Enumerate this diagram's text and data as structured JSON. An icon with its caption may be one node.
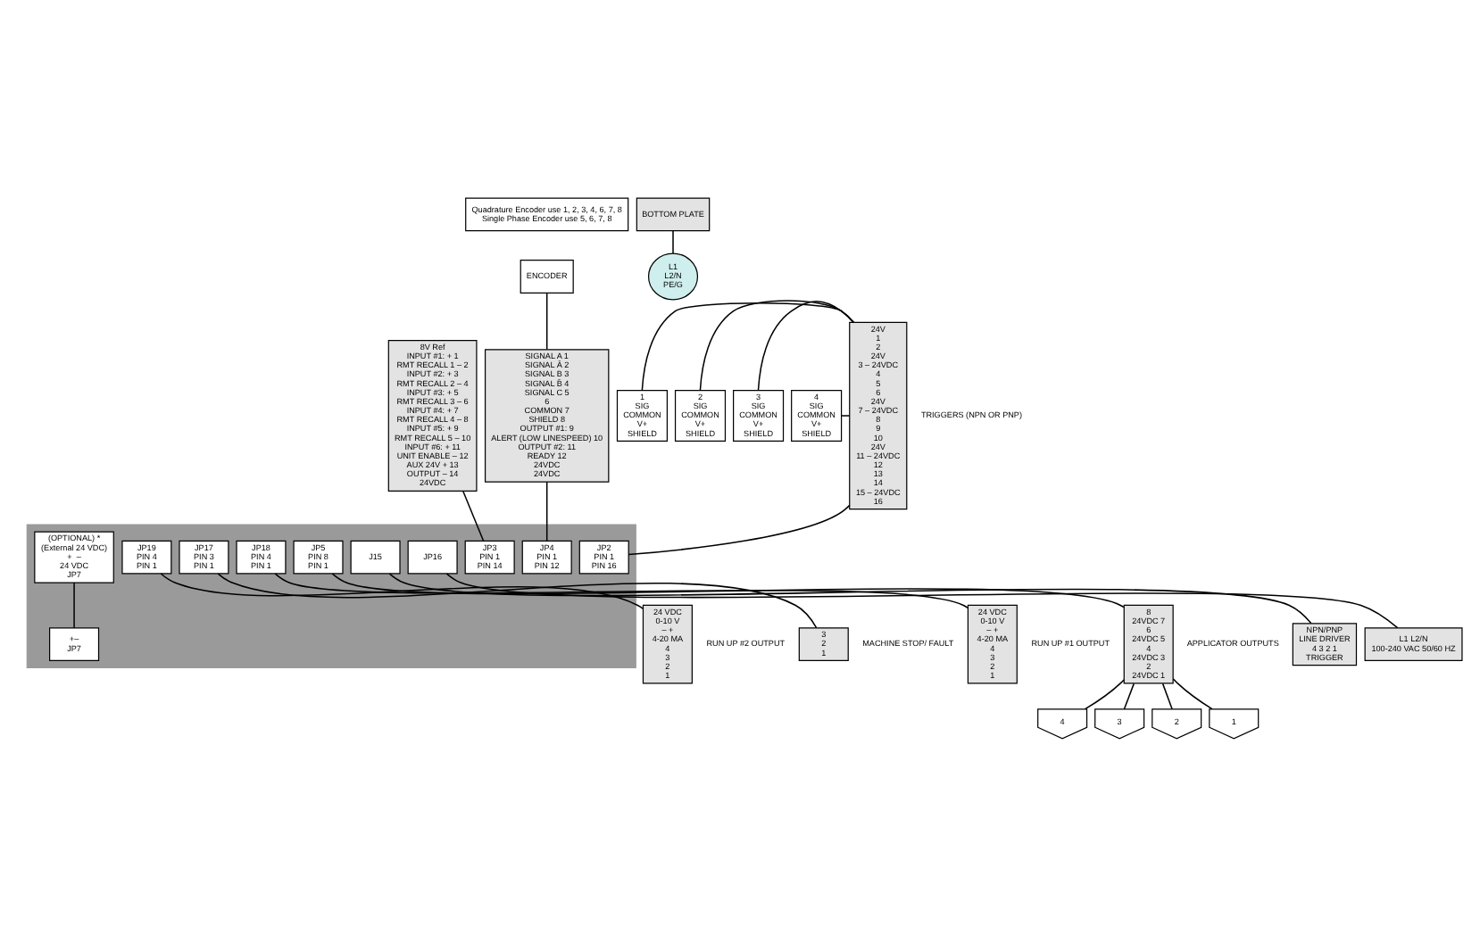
{
  "diagram": {
    "nodes": [
      {
        "text": [],
        "shape": "box"
      },
      {
        "text": [
          "JP4",
          "PIN 1",
          "PIN 12"
        ],
        "in": 0
      },
      {
        "text": [
          "JP3",
          "PIN 1",
          "PIN 14"
        ],
        "in": 0
      },
      {
        "text": [
          "JP2",
          "PIN 1",
          "PIN 16"
        ],
        "in": 0
      },
      {
        "text": [
          "(OPTIONAL) *",
          "(External 24 VDC)",
          "+  –",
          "24 VDC",
          "JP7"
        ],
        "in": 0
      },
      {
        "text": [
          "+–",
          "JP7"
        ],
        "in": 0
      },
      {
        "text": [
          "JP19",
          "PIN 4",
          "PIN 1"
        ],
        "in": 0
      },
      {
        "text": [
          "JP17",
          "PIN 3",
          "PIN 1"
        ],
        "in": 0
      },
      {
        "text": [
          "JP18",
          "PIN 4",
          "PIN 1"
        ],
        "in": 0
      },
      {
        "text": [
          "JP5",
          "PIN 8",
          "PIN 1"
        ],
        "in": 0
      },
      {
        "text": [
          "J15"
        ],
        "in": 0
      },
      {
        "text": [
          "JP16"
        ],
        "in": 0
      },
      {
        "text": [
          "8V Ref",
          "INPUT #1: + 1",
          "RMT RECALL 1 – 2",
          "INPUT #2: + 3",
          "RMT RECALL 2 – 4",
          "INPUT #3: + 5",
          "RMT RECALL 3 – 6",
          "INPUT #4: + 7",
          "RMT RECALL 4 – 8",
          "INPUT #5: + 9",
          "RMT RECALL 5 – 10",
          "INPUT #6: + 11",
          "UNIT ENABLE – 12",
          "AUX 24V + 13",
          "OUTPUT – 14",
          "24VDC"
        ]
      },
      {
        "text": [
          "Quadrature Encoder use 1, 2, 3, 4, 6, 7, 8",
          "Single Phase Encoder use 5, 6, 7, 8"
        ]
      },
      {
        "text": [
          "ENCODER"
        ]
      },
      {
        "text": [
          "SIGNAL A 1",
          "SIGNAL Ā 2",
          "SIGNAL B 3",
          "SIGNAL B̄ 4",
          "SIGNAL C 5",
          "6",
          "COMMON 7",
          "SHIELD 8",
          "OUTPUT #1: 9",
          "ALERT (LOW LINESPEED) 10",
          "OUTPUT #2: 11",
          "READY 12",
          "24VDC",
          "24VDC"
        ]
      },
      {
        "text": [
          "24 VDC",
          "0-10 V",
          "– +",
          "4-20 MA",
          "4",
          "3",
          "2",
          "1"
        ],
        "beside": [
          "RUN UP #2 OUTPUT"
        ]
      },
      {
        "text": [
          "3",
          "2",
          "1"
        ],
        "beside": [
          "MACHINE STOP/ FAULT"
        ]
      },
      {
        "text": [
          "24 VDC",
          "0-10 V",
          "– +",
          "4-20 MA",
          "4",
          "3",
          "2",
          "1"
        ],
        "beside": [
          "RUN UP #1 OUTPUT"
        ]
      },
      {
        "text": [
          "8",
          "24VDC 7",
          "6",
          "24VDC 5",
          "4",
          "24VDC 3",
          "2",
          "24VDC 1"
        ],
        "beside": [
          "APPLICATOR OUTPUTS"
        ]
      },
      {
        "text": [
          "4"
        ]
      },
      {
        "text": [
          "3"
        ]
      },
      {
        "text": [
          "2"
        ]
      },
      {
        "text": [
          "1"
        ]
      },
      {
        "text": [
          "24V",
          "1",
          "2",
          "24V",
          "3 – 24VDC",
          "4",
          "5",
          "6",
          "24V",
          "7 – 24VDC",
          "8",
          "9",
          "10",
          "24V",
          "11 – 24VDC",
          "12",
          "13",
          "14",
          "15 – 24VDC",
          "16"
        ]
      },
      {
        "text": [
          "1",
          "SIG",
          "COMMON",
          "V+",
          "SHIELD"
        ]
      },
      {
        "text": [
          "2",
          "SIG",
          "COMMON",
          "V+",
          "SHIELD"
        ]
      },
      {
        "text": [
          "3",
          "SIG",
          "COMMON",
          "V+",
          "SHIELD"
        ]
      },
      {
        "text": [
          "4",
          "SIG",
          "COMMON",
          "V+",
          "SHIELD"
        ]
      },
      {
        "text": [
          "NPN/PNP",
          "LINE DRIVER",
          "4 3 2 1",
          "TRIGGER"
        ]
      },
      {
        "text": [
          "L1 L2/N",
          "100-240 VAC 50/60 HZ"
        ]
      },
      {
        "text": [
          "BOTTOM PLATE"
        ]
      },
      {
        "text": [
          "L1",
          "L2/N",
          "PE/G"
        ]
      }
    ],
    "edges": [
      {
        "from": 15,
        "to": 1,
        "arrow": "none"
      },
      {
        "from": 12,
        "to": 2,
        "arrow": "none"
      },
      {
        "from": 24,
        "to": 3,
        "arrow": "none"
      },
      {
        "from": 4,
        "to": 5,
        "arrow": "none"
      },
      {
        "from": 6,
        "to": 16,
        "arrow": "none"
      },
      {
        "from": 7,
        "to": 17,
        "arrow": "none"
      },
      {
        "from": 8,
        "to": 18,
        "arrow": "none"
      },
      {
        "from": 9,
        "to": 19,
        "arrow": "none"
      },
      {
        "from": 10,
        "to": 29,
        "arrow": "none"
      },
      {
        "from": 11,
        "to": 30,
        "arrow": "none"
      },
      {
        "from": 14,
        "to": 15,
        "arrow": "none"
      },
      {
        "from": 19,
        "to": 20,
        "arrow": "none"
      },
      {
        "from": 19,
        "to": 21,
        "arrow": "none"
      },
      {
        "from": 19,
        "to": 22,
        "arrow": "none"
      },
      {
        "from": 19,
        "to": 23,
        "arrow": "none"
      },
      {
        "from": 25,
        "to": 24,
        "arrow": "none"
      },
      {
        "from": 26,
        "to": 24,
        "arrow": "none"
      },
      {
        "from": 27,
        "to": 24,
        "arrow": "none"
      },
      {
        "from": 28,
        "to": 24,
        "arrow": "none"
      },
      {
        "from": 31,
        "to": 32,
        "arrow": "none"
      }
    ],
    "labels": [
      "TRIGGERS (NPN OR PNP)"
    ]
  }
}
